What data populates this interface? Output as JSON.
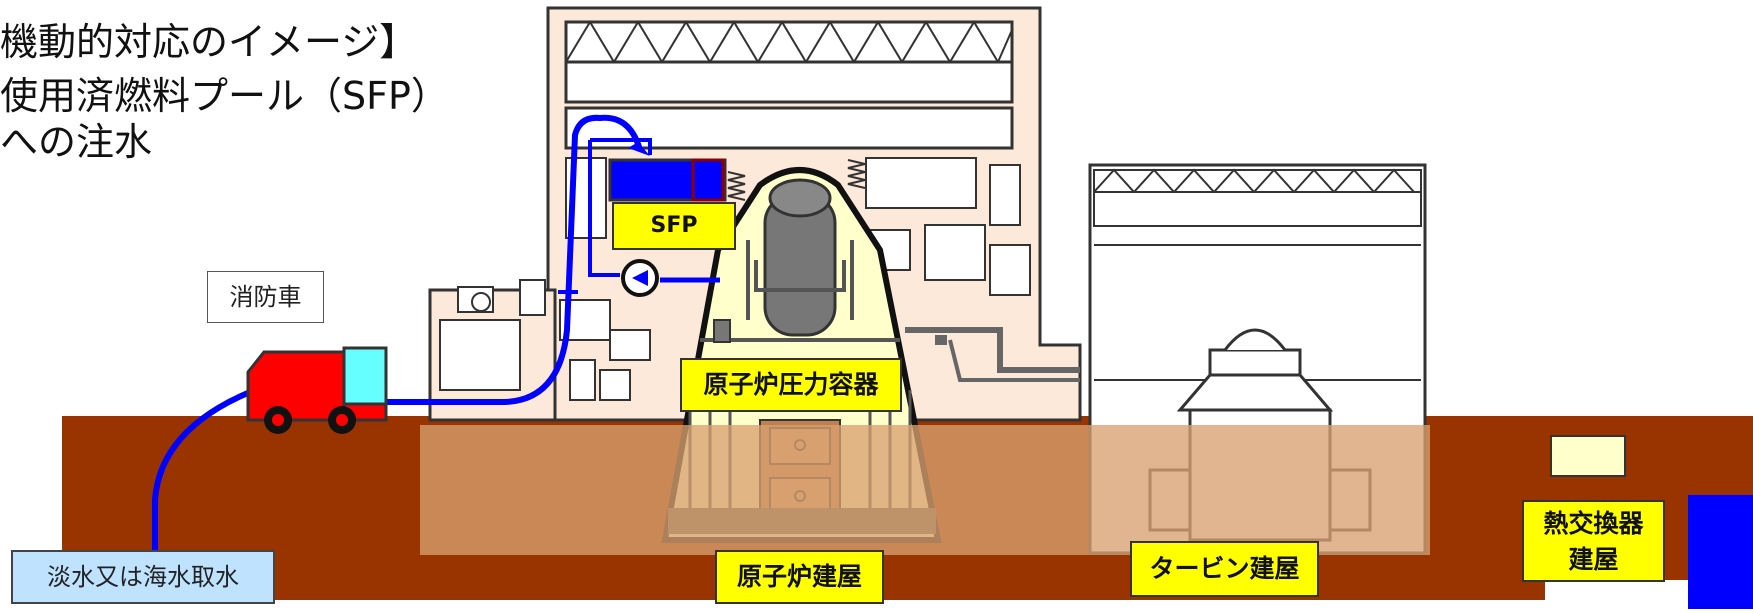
{
  "title": {
    "line1": "機動的対応のイメージ】",
    "line2": "使用済燃料プール（SFP）",
    "line3": "への注水"
  },
  "labels": {
    "fire_truck": "消防車",
    "water_intake": "淡水又は海水取水",
    "sfp": "SFP",
    "reactor_pressure_vessel": "原子炉圧力容器",
    "reactor_building": "原子炉建屋",
    "turbine_building": "タービン建屋",
    "heat_exchanger_line1": "熱交換器",
    "heat_exchanger_line2": "建屋"
  },
  "colors": {
    "ground": "#993300",
    "overlay": "#d8a070",
    "building_fill": "#fde9d9",
    "vessel_area": "#ffffcc",
    "vessel": "#777777",
    "water_line": "#0000ff",
    "truck_body": "#ff0000",
    "truck_cab": "#66ffff",
    "label_yellow": "#ffff00",
    "intake_box": "#bfe3ff",
    "sea": "#0000ff"
  }
}
